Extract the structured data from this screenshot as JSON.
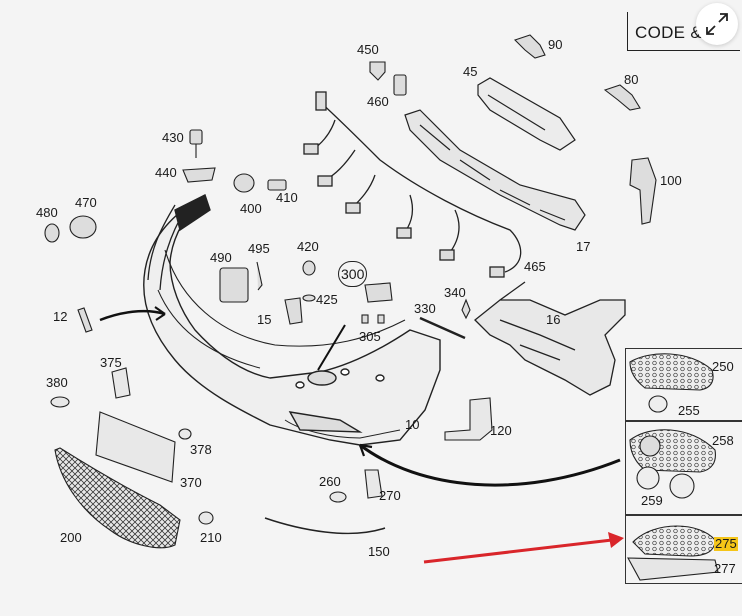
{
  "code_label": "CODE &",
  "expand_button_label": "expand",
  "colors": {
    "line": "#222222",
    "fill": "#ececec",
    "arrow_red": "#d9252a",
    "highlight": "#f5c518",
    "background": "#f4f4f4"
  },
  "labels": {
    "p10": "10",
    "p12": "12",
    "p15": "15",
    "p16": "16",
    "p17": "17",
    "p45": "45",
    "p80": "80",
    "p90": "90",
    "p100": "100",
    "p120": "120",
    "p150": "150",
    "p200": "200",
    "p210": "210",
    "p250": "250",
    "p255": "255",
    "p258": "258",
    "p259": "259",
    "p260": "260",
    "p270": "270",
    "p275": "275",
    "p277": "277",
    "p300": "300",
    "p305": "305",
    "p330": "330",
    "p340": "340",
    "p370": "370",
    "p375": "375",
    "p378": "378",
    "p380": "380",
    "p400": "400",
    "p410": "410",
    "p420": "420",
    "p425": "425",
    "p430": "430",
    "p440": "440",
    "p450": "450",
    "p460": "460",
    "p465": "465",
    "p470": "470",
    "p480": "480",
    "p490": "490",
    "p495": "495"
  }
}
